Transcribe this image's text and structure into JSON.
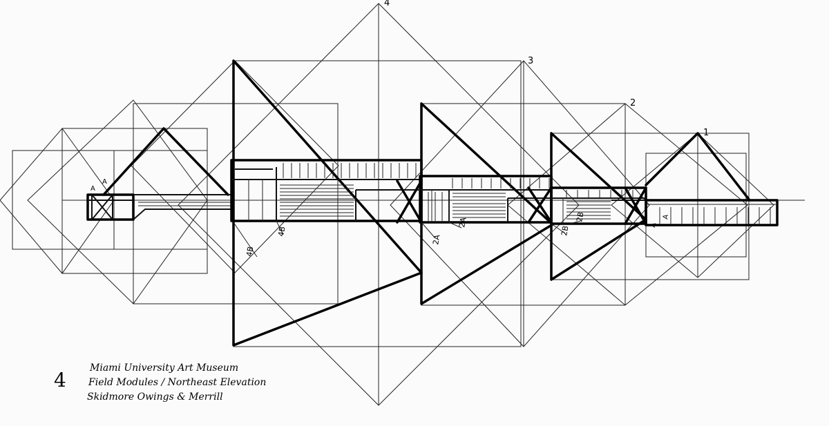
{
  "drawing": {
    "module_labels": {
      "m1": "1",
      "m2": "2",
      "m3": "3",
      "m4": "4"
    },
    "bay_labels": {
      "a_left_1": "A",
      "a_left_2": "A",
      "b4_a": "4B",
      "b4_b": "4B",
      "a2_a": "2A",
      "a2_b": "2A",
      "b2_a": "2B",
      "b2_b": "2B",
      "a_right_1": "A",
      "a_right_2": "A"
    },
    "caption": {
      "figure_number": "4",
      "line1": "Miami University Art Museum",
      "line2": "Field Modules / Northeast Elevation",
      "line3": "Skidmore Owings & Merrill"
    }
  }
}
